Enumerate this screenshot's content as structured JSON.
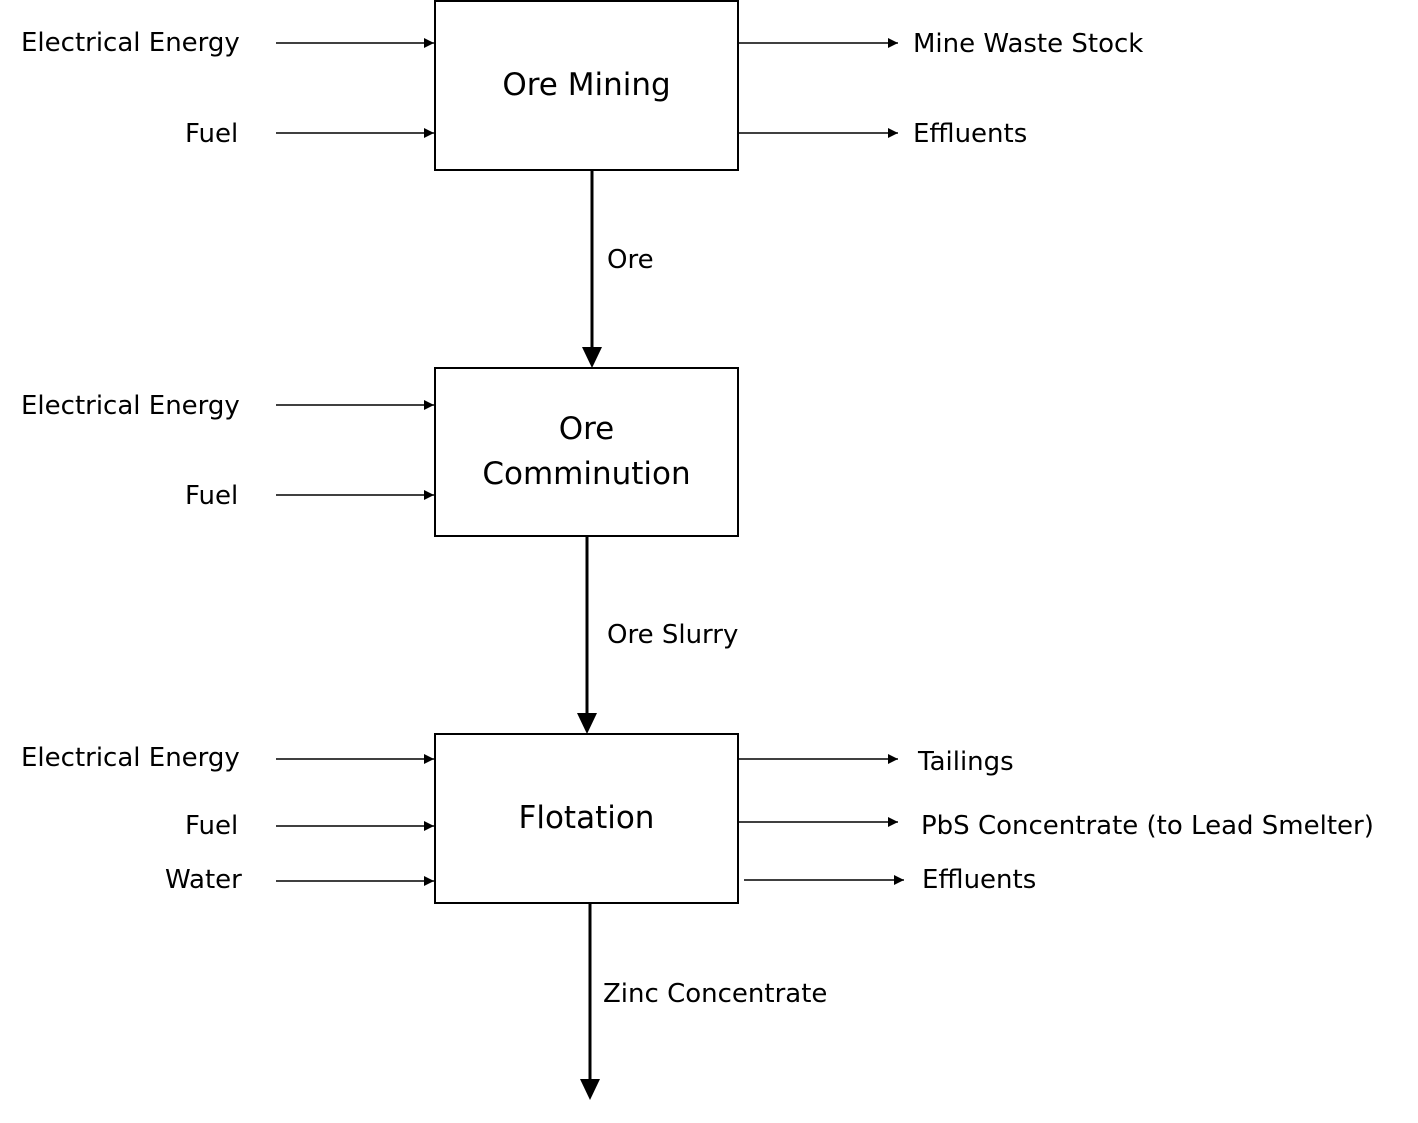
{
  "processes": {
    "ore_mining": "Ore Mining",
    "ore_comminution_line1": "Ore",
    "ore_comminution_line2": "Comminution",
    "flotation": "Flotation"
  },
  "inputs": {
    "mining_electrical": "Electrical Energy",
    "mining_fuel": "Fuel",
    "comminution_electrical": "Electrical Energy",
    "comminution_fuel": "Fuel",
    "flotation_electrical": "Electrical Energy",
    "flotation_fuel": "Fuel",
    "flotation_water": "Water"
  },
  "outputs": {
    "mining_waste": "Mine Waste Stock",
    "mining_effluents": "Effluents",
    "flotation_tailings": "Tailings",
    "flotation_pbs": "PbS Concentrate (to Lead Smelter)",
    "flotation_effluents": "Effluents"
  },
  "flows": {
    "ore": "Ore",
    "ore_slurry": "Ore Slurry",
    "zinc_concentrate": "Zinc Concentrate"
  }
}
